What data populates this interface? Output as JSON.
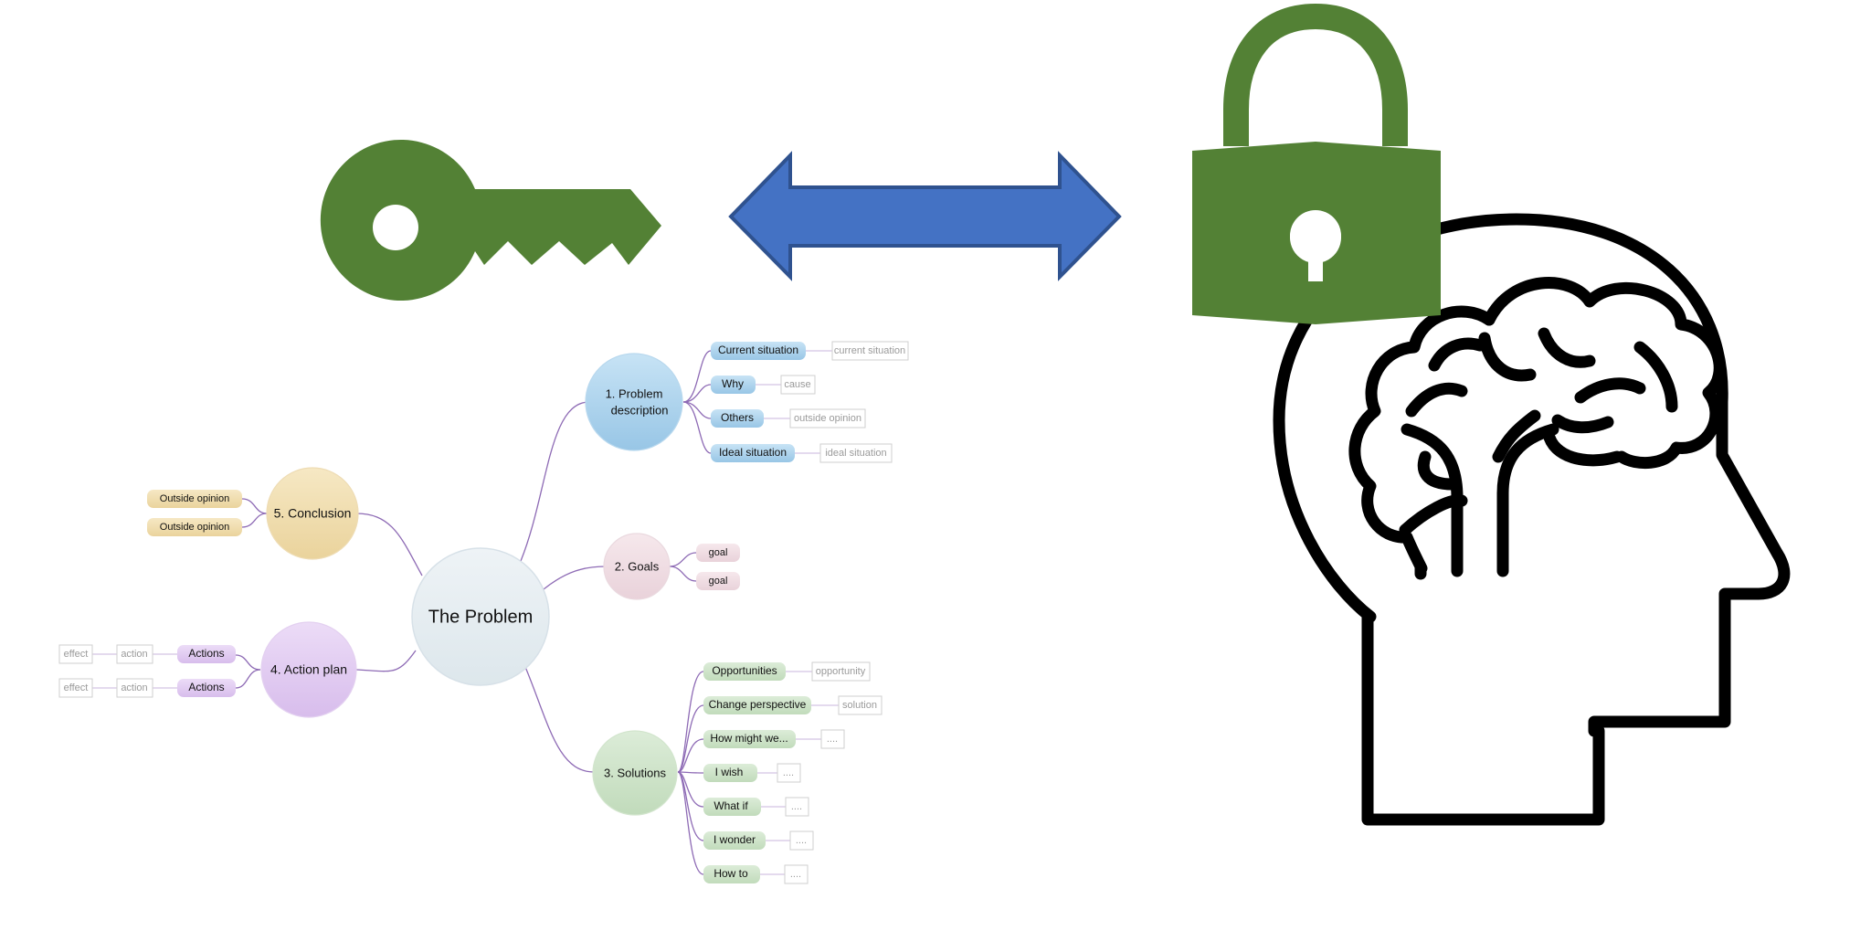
{
  "mindmap": {
    "center": "The Problem",
    "branches": {
      "problem": {
        "title_line1": "1. Problem",
        "title_line2": "description",
        "items": [
          {
            "label": "Current situation",
            "note": "current situation"
          },
          {
            "label": "Why",
            "note": "cause"
          },
          {
            "label": "Others",
            "note": "outside opinion"
          },
          {
            "label": "Ideal situation",
            "note": "ideal situation"
          }
        ]
      },
      "goals": {
        "title": "2. Goals",
        "items": [
          "goal",
          "goal"
        ]
      },
      "solutions": {
        "title": "3. Solutions",
        "items": [
          {
            "label": "Opportunities",
            "note": "opportunity"
          },
          {
            "label": "Change perspective",
            "note": "solution"
          },
          {
            "label": "How might we...",
            "note": "...."
          },
          {
            "label": "I wish",
            "note": "...."
          },
          {
            "label": "What if",
            "note": "...."
          },
          {
            "label": "I wonder",
            "note": "...."
          },
          {
            "label": "How to",
            "note": "...."
          }
        ]
      },
      "action_plan": {
        "title": "4. Action plan",
        "items": [
          {
            "label": "Actions",
            "action": "action",
            "effect": "effect"
          },
          {
            "label": "Actions",
            "action": "action",
            "effect": "effect"
          }
        ]
      },
      "conclusion": {
        "title": "5. Conclusion",
        "items": [
          "Outside opinion",
          "Outside opinion"
        ]
      }
    }
  },
  "icons": {
    "key": "key-icon",
    "arrow": "double-arrow-icon",
    "padlock": "padlock-icon",
    "head": "head-brain-icon"
  },
  "colors": {
    "icon_green": "#538135",
    "arrow_fill": "#4472C4",
    "arrow_stroke": "#2F528F",
    "line_purple": "#8E6BB5",
    "blue": "#A9D2EE",
    "pink": "#F0DDE3",
    "green": "#CDE3C8",
    "purple": "#E2CBF1",
    "yellow": "#F1DEAE",
    "center": "#E5EDF2"
  }
}
